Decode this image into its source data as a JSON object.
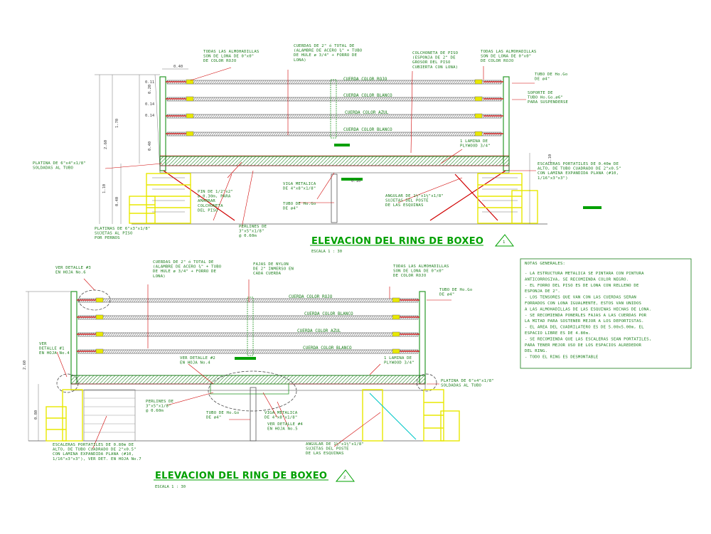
{
  "colors": {
    "green": "#00a000",
    "red": "#d00000",
    "yellow": "#e8e800",
    "dim": "#777777"
  },
  "view1": {
    "title": "ELEVACION DEL RING DE BOXEO",
    "number": "1",
    "scale": "ESCALA 1 : 30",
    "ropes": [
      "CUERDA COLOR ROJO",
      "CUERDA COLOR BLANCO",
      "CUERDA COLOR AZUL",
      "CUERDA COLOR BLANCO"
    ],
    "dims": {
      "top": "0.40",
      "r1": "0.11",
      "r2": "0.20",
      "r3": "0.14",
      "r4": "0.14",
      "r5": "0.40",
      "total_up": "1.70",
      "total": "2.60",
      "low1": "1.10",
      "low2": "0.40",
      "mid": "0.10",
      "right": "1.10"
    },
    "notes": {
      "tl": [
        "TODAS LAS ALMOHADILLAS",
        "SON DE LONA DE 0\"x0\"",
        "DE COLOR ROJO"
      ],
      "tc": [
        "CUERDAS DE 2\" ó TOTAL DE",
        "(ALAMBRE DE ACERO ¾\" + TUBO",
        "DE HULE ø 3/4\" + FORRO DE",
        "LONA)"
      ],
      "tcr": [
        "COLCHONETA DE PISO",
        "(ESPONJA DE 2\" DE",
        "GROSOR DEL PISO",
        "CUBIERTA CON LONA)"
      ],
      "tr": [
        "TODAS LAS ALMOHADILLAS",
        "SON DE LONA DE 0\"x0\"",
        "DE COLOR ROJO"
      ],
      "tubo": [
        "TUBO DE Ho.Go",
        "DE ø4\""
      ],
      "soporte": [
        "SOPORTE DE",
        "TUBO Ho.Go.ø6\"",
        "PARA SUSPENDERSE"
      ],
      "lamina": [
        "1 LAMINA DE",
        "PLYWOOD 3/4\""
      ],
      "escaleras": [
        "ESCALERAS PORTATILES DE 0.40m DE",
        "ALTO, DE TUBO CUADRADO DE 2\"x0.5\"",
        "CON LAMINA EXPANDIDA PLANA (#10,",
        "1/16\"x3\"x3\")"
      ],
      "platina": [
        "PLATINA DE 6\"x4\"x1/8\"",
        "SOLDADAS AL TUBO"
      ],
      "pin": [
        "PIN DE 1/2\"x2\"",
        "ø 0.30m, PARA",
        "AMARRAR",
        "COLCHONETA",
        "DEL PISO"
      ],
      "viga": [
        "VIGA METALICA",
        "DE 4\"x8\"x1/8\""
      ],
      "tubo2": [
        "TUBO DE Ho.Go",
        "DE ø4\""
      ],
      "angular": [
        "ANGULAR DE 1½\"x1½\"x1/8\"",
        "SUJETAS DEL POSTE",
        "DE LAS ESQUINAS"
      ],
      "platinas": [
        "PLATINAS DE 6\"x3\"x1/8\"",
        "SUJETAS AL PISO",
        "POR PERNOS"
      ],
      "perlines": [
        "PERLINES DE",
        "3\"x5\"x1/8\"",
        "@ 0.60m"
      ]
    }
  },
  "view2": {
    "title": "ELEVACION DEL RING DE BOXEO",
    "number": "2",
    "scale": "ESCALA 1 : 30",
    "ropes": [
      "CUERDA COLOR ROJO",
      "CUERDA COLOR BLANCO",
      "CUERDA COLOR AZUL",
      "CUERDA COLOR BLANCO"
    ],
    "dims": {
      "total": "2.60",
      "low": "0.80"
    },
    "notes": {
      "detalle3": [
        "VER DETALLE #3",
        "EN HOJA No.6"
      ],
      "cuerdas": [
        "CUERDAS DE 2\" ó TOTAL DE",
        "(ALAMBRE DE ACERO ¾\" + TUBO",
        "DE HULE ø 3/4\" + FORRO DE",
        "LONA)"
      ],
      "fajas": [
        "FAJAS DE NYLON",
        "DE 2\" INMERSO EN",
        "CADA CUERDA"
      ],
      "almohadillas": [
        "TODAS LAS ALMOHADILLAS",
        "SON DE LONA DE 0\"x0\"",
        "DE COLOR ROJO"
      ],
      "tubo": [
        "TUBO DE Ho.Go",
        "DE ø4\""
      ],
      "detalle1": [
        "VER",
        "DETALLE #1",
        "EN HOJA No.4"
      ],
      "detalle2": [
        "VER DETALLE #2",
        "EN HOJA No.4"
      ],
      "lamina": [
        "1 LAMINA DE",
        "PLYWOOD 3/4\""
      ],
      "platina": [
        "PLATINA DE 6\"x4\"x1/8\"",
        "SOLDADAS AL TUBO"
      ],
      "perlines": [
        "PERLINES DE",
        "3\"x5\"x1/8\"",
        "@ 0.60m"
      ],
      "tubo2": [
        "TUBO DE Ho.Go",
        "DE ø4\""
      ],
      "viga": [
        "VIGA METALICA",
        "DE 4\"x8\"x1/8\""
      ],
      "detalle4": [
        "VER DETALLE #4",
        "EN HOJA No.5"
      ],
      "escaleras": [
        "ESCALERAS PORTATILES DE 0.80m DE",
        "ALTO, DE TUBO CUADRADO DE 2\"x0.5\"",
        "CON LAMINA EXPANDIDA PLANA (#10,",
        "1/16\"x3\"x3\"), VER DET. EN HOJA No.7"
      ],
      "angular": [
        "ANGULAR DE 1½\"x1½\"x1/8\"",
        "SUJETAS DEL POSTE",
        "DE LAS ESQUINAS"
      ]
    }
  },
  "notas": {
    "heading": "NOTAS GENERALES:",
    "lines": [
      "- LA ESTRUCTURA METALICA SE PINTARA CON PINTURA",
      "  ANTICORROSIVA, SE RECOMIENDA COLOR NEGRO.",
      "- EL FORRO DEL PISO ES DE LONA CON RELLENO DE",
      "  ESPONJA DE 2\".",
      "- LOS TENSORES QUE VAN CON LAS CUERDAS SERAN",
      "  FORRADOS CON LONA IGUALMENTE, ESTOS VAN UNIDOS",
      "  A LAS ALMOHADILLAS DE LAS ESQUINAS HECHAS DE LONA.",
      "- SE RECOMIENDA PONERLES FAJAS A LAS CUERDAS POR",
      "  LA MITAD PARA SOSTENER MEJOR A LOS DEPORTISTAS.",
      "- EL AREA DEL CUADRILATERO ES DE 5.00x5.00m, EL",
      "  ESPACIO LIBRE ES DE 4.80m.",
      "- SE RECOMIENDA QUE LAS ESCALERAS SEAN PORTATILES,",
      "  PARA TENER MEJOR USO DE LOS ESPACIOS ALREDEDOR",
      "  DEL RING.",
      "- TODO EL RING ES DESMONTABLE"
    ]
  }
}
